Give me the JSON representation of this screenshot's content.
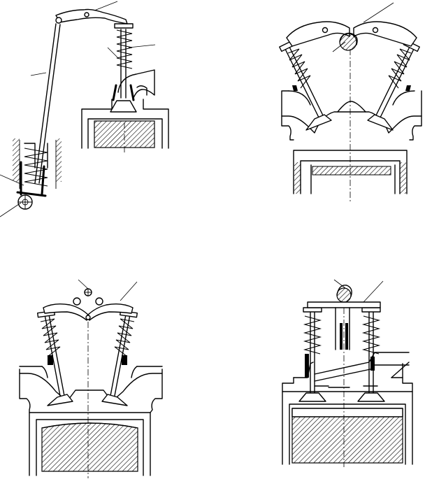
{
  "figure": {
    "panels": [
      {
        "id": "a",
        "description_key": "pushrod-ohv"
      },
      {
        "id": "b",
        "description_key": "single-ohc-v-rockers"
      },
      {
        "id": "c",
        "description_key": "twin-cam-v-rockers"
      },
      {
        "id": "d",
        "description_key": "ohc-parallel-bucket"
      }
    ],
    "colors": {
      "line": "#000000",
      "background": "#ffffff",
      "hatch": "#000000"
    }
  }
}
